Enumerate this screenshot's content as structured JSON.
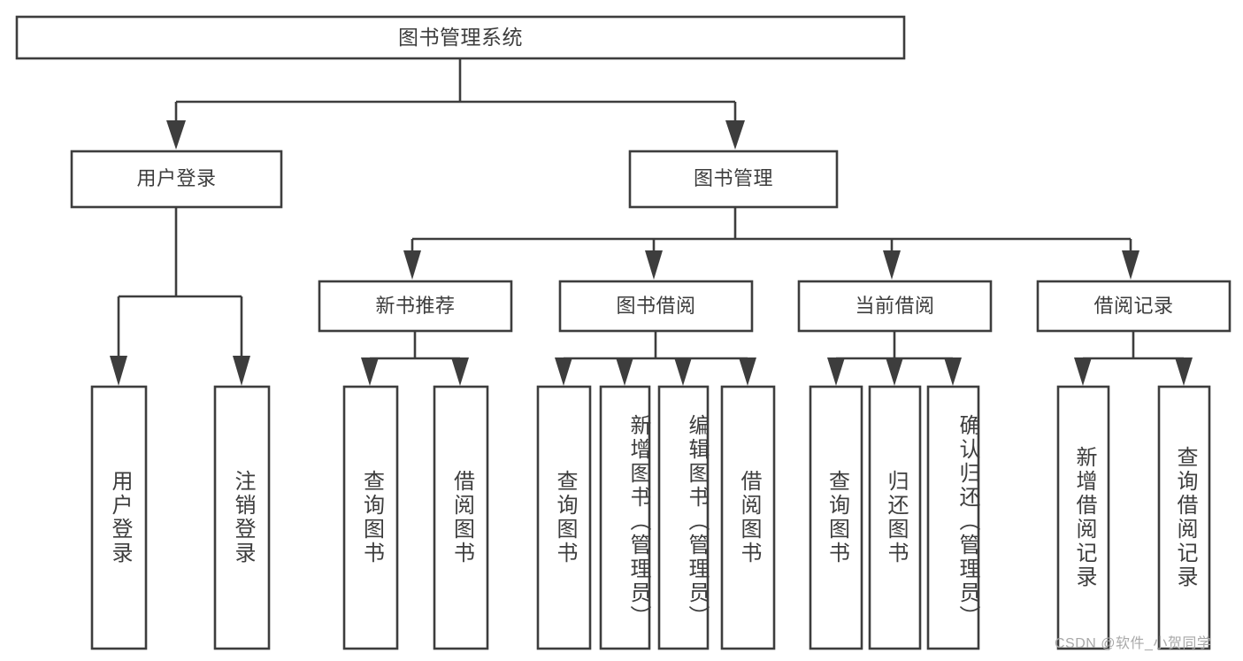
{
  "diagram": {
    "type": "tree-hierarchy-chart",
    "title": "图书管理系统",
    "colors": {
      "stroke": "#3d3d3d",
      "box_fill": "#ffffff",
      "text": "#3d3d3d",
      "background": "#ffffff",
      "watermark": "#a9a9a9"
    },
    "levels": {
      "root": {
        "label": "图书管理系统",
        "orientation": "horizontal"
      },
      "level2": [
        {
          "id": "user-login",
          "label": "用户登录",
          "orientation": "horizontal"
        },
        {
          "id": "book-management",
          "label": "图书管理",
          "orientation": "horizontal"
        }
      ],
      "level3": [
        {
          "id": "new-book-recommend",
          "label": "新书推荐",
          "orientation": "horizontal"
        },
        {
          "id": "book-borrow",
          "label": "图书借阅",
          "orientation": "horizontal"
        },
        {
          "id": "current-borrow",
          "label": "当前借阅",
          "orientation": "horizontal"
        },
        {
          "id": "borrow-record",
          "label": "借阅记录",
          "orientation": "horizontal"
        }
      ],
      "leaves": [
        {
          "id": "leaf-user-login",
          "parent": "user-login",
          "label": "用户登录",
          "orientation": "vertical"
        },
        {
          "id": "leaf-user-logout",
          "parent": "user-login",
          "label": "注销登录",
          "orientation": "vertical"
        },
        {
          "id": "leaf-query-book-1",
          "parent": "new-book-recommend",
          "label": "查询图书",
          "orientation": "vertical"
        },
        {
          "id": "leaf-borrow-book-1",
          "parent": "new-book-recommend",
          "label": "借阅图书",
          "orientation": "vertical"
        },
        {
          "id": "leaf-query-book-2",
          "parent": "book-borrow",
          "label": "查询图书",
          "orientation": "vertical"
        },
        {
          "id": "leaf-add-book",
          "parent": "book-borrow",
          "label": "新增图书（管理员）",
          "orientation": "vertical"
        },
        {
          "id": "leaf-edit-book",
          "parent": "book-borrow",
          "label": "编辑图书（管理员）",
          "orientation": "vertical"
        },
        {
          "id": "leaf-borrow-book-2",
          "parent": "book-borrow",
          "label": "借阅图书",
          "orientation": "vertical"
        },
        {
          "id": "leaf-query-book-3",
          "parent": "current-borrow",
          "label": "查询图书",
          "orientation": "vertical"
        },
        {
          "id": "leaf-return-book",
          "parent": "current-borrow",
          "label": "归还图书",
          "orientation": "vertical"
        },
        {
          "id": "leaf-confirm-return",
          "parent": "current-borrow",
          "label": "确认归还（管理员）",
          "orientation": "vertical"
        },
        {
          "id": "leaf-add-record",
          "parent": "borrow-record",
          "label": "新增借阅记录",
          "orientation": "vertical"
        },
        {
          "id": "leaf-query-record",
          "parent": "borrow-record",
          "label": "查询借阅记录",
          "orientation": "vertical"
        }
      ]
    },
    "watermark": "CSDN @软件_小贺同学"
  }
}
